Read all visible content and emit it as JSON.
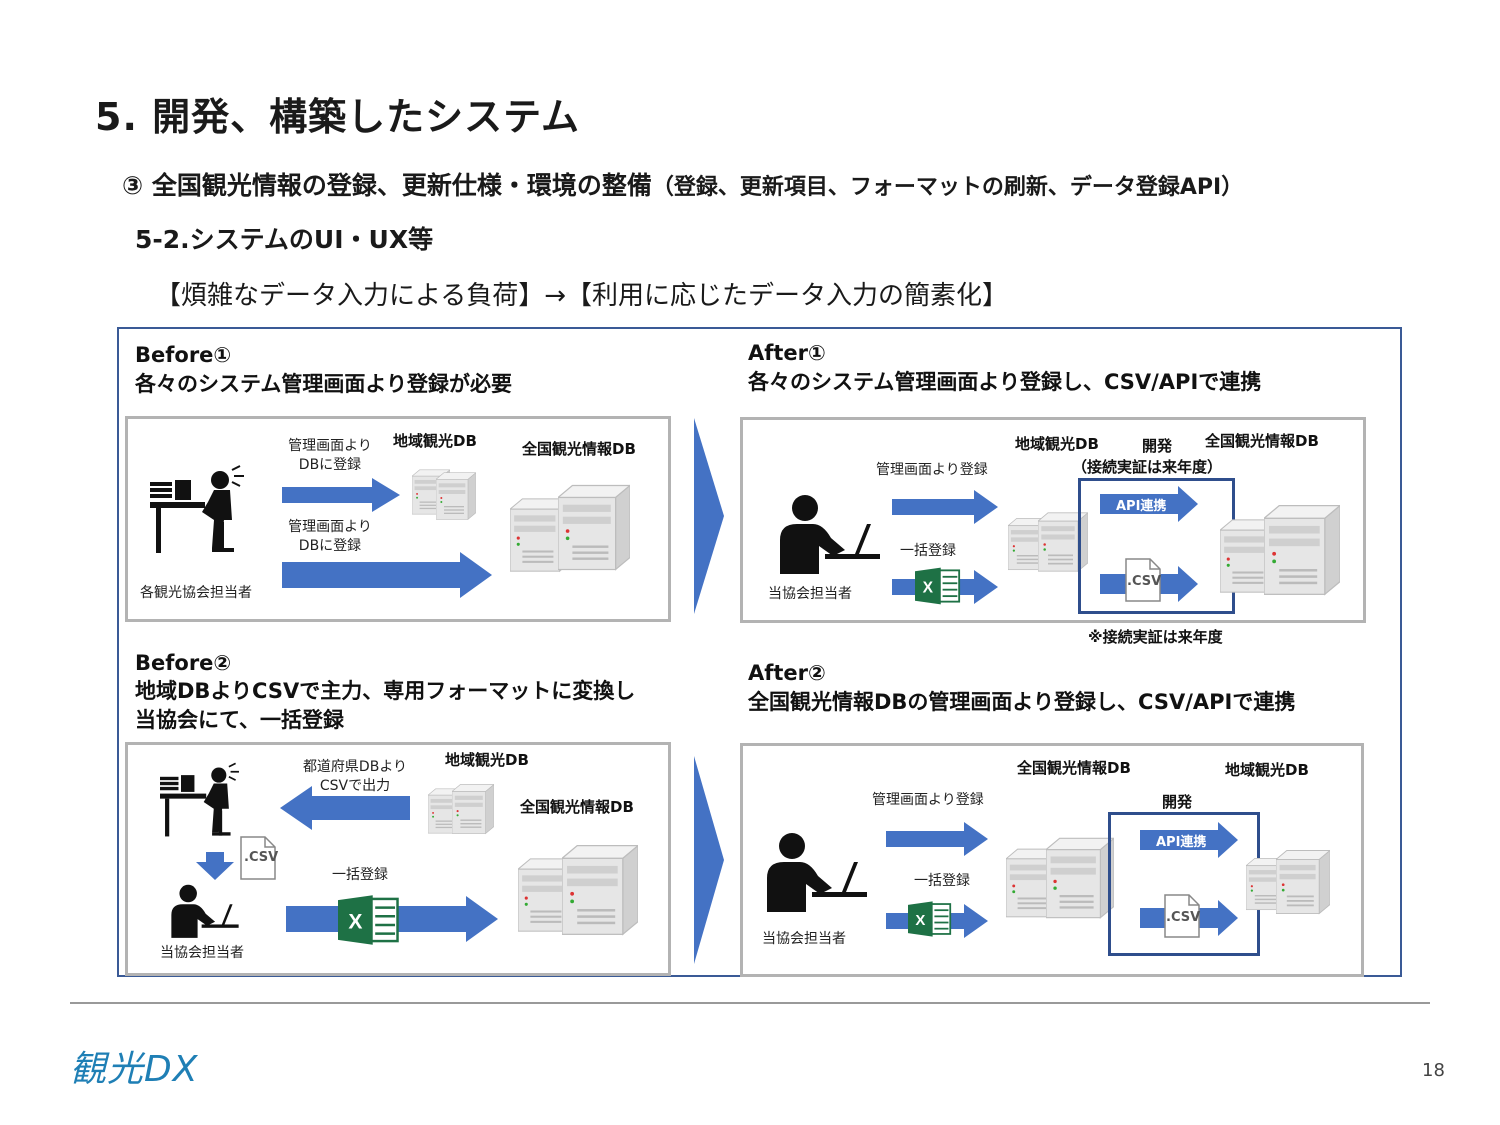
{
  "title": "5. 開発、構築したシステム",
  "subtitle": "③ 全国観光情報の登録、更新仕様・環境の整備",
  "subtitle_paren": "（登録、更新項目、フォーマットの刷新、データ登録API）",
  "section": "5-2.システムのUI・UX等",
  "headline": "【煩雑なデータ入力による負荷】→【利用に応じたデータ入力の簡素化】",
  "before1": {
    "heading1": "Before①",
    "heading2": "各々のシステム管理画面より登録が必要",
    "arrow1_label": [
      "管理画面より",
      "DBに登録"
    ],
    "arrow2_label": [
      "管理画面より",
      "DBに登録"
    ],
    "regional_db": "地域観光DB",
    "national_db": "全国観光情報DB",
    "person": "各観光協会担当者"
  },
  "after1": {
    "heading1": "After①",
    "heading2": "各々のシステム管理画面より登録し、CSV/APIで連携",
    "regional_db": "地域観光DB",
    "dev": "開発",
    "dev_note": "（接続実証は来年度）",
    "national_db": "全国観光情報DB",
    "arrow1_label": "管理画面より登録",
    "arrow2_label": "一括登録",
    "api": "API連携",
    "csv": ".CSV",
    "person": "当協会担当者",
    "footnote": "※接続実証は来年度"
  },
  "before2": {
    "heading1": "Before②",
    "heading2": "地域DBよりCSVで主力、専用フォーマットに変換し",
    "heading3": "当協会にて、一括登録",
    "arrow1_label": [
      "都道府県DBより",
      "CSVで出力"
    ],
    "regional_db": "地域観光DB",
    "national_db": "全国観光情報DB",
    "csv": ".CSV",
    "arrow2_label": "一括登録",
    "person": "当協会担当者"
  },
  "after2": {
    "heading1": "After②",
    "heading2": "全国観光情報DBの管理画面より登録し、CSV/APIで連携",
    "national_db": "全国観光情報DB",
    "regional_db": "地域観光DB",
    "dev": "開発",
    "arrow1_label": "管理画面より登録",
    "arrow2_label": "一括登録",
    "api": "API連携",
    "csv": ".CSV",
    "person": "当協会担当者"
  },
  "logo": "観光DX",
  "page_number": "18",
  "colors": {
    "arrow": "#4472c4",
    "frame": "#3a5a96",
    "excel": "#1e7145"
  },
  "icons": [
    "person-desk-icon",
    "server-icon",
    "excel-icon",
    "csv-file-icon",
    "chevron-right-icon"
  ]
}
